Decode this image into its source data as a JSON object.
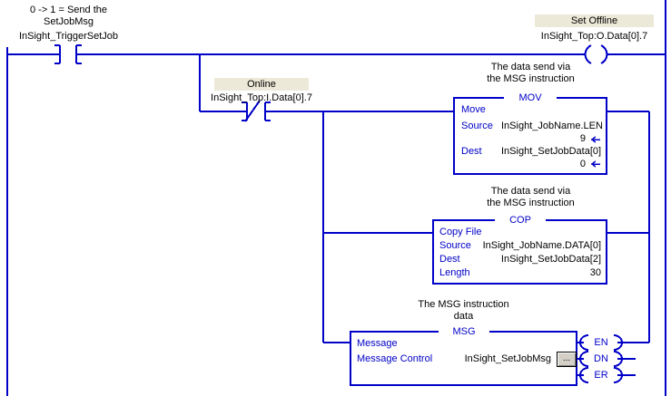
{
  "diagram": {
    "type": "ladder-logic-rung",
    "wire_color": "#0000c8",
    "text_color": "#000000",
    "label_color": "#0000c8",
    "highlight_color": "#ece9d8",
    "background": "#ffffff"
  },
  "rung": {
    "trigger_contact": {
      "comment_line1": "0 -> 1 = Send the",
      "comment_line2": "SetJobMsg",
      "tag": "InSight_TriggerSetJob",
      "symbol": "normally-open",
      "symbol_glyph": "] ["
    },
    "set_offline_coil": {
      "description": "Set Offline",
      "tag": "InSight_Top:O.Data[0].7",
      "symbol": "coil",
      "symbol_glyph": "( )",
      "highlighted": true
    },
    "online_contact": {
      "description": "Online",
      "tag": "InSight_Top:I.Data[0].7",
      "symbol": "normally-closed",
      "symbol_glyph": "]/[",
      "highlighted": true
    }
  },
  "instructions": [
    {
      "id": "mov",
      "comment_line1": "The data send via",
      "comment_line2": "the MSG instruction",
      "mnemonic": "MOV",
      "title": "Move",
      "operands": [
        {
          "label": "Source",
          "value": "InSight_JobName.LEN",
          "data": "9",
          "arrow": "←"
        },
        {
          "label": "Dest",
          "value": "InSight_SetJobData[0]",
          "data": "0",
          "arrow": "←"
        }
      ]
    },
    {
      "id": "cop",
      "comment_line1": "The data send via",
      "comment_line2": "the MSG instruction",
      "mnemonic": "COP",
      "title": "Copy File",
      "operands": [
        {
          "label": "Source",
          "value": "InSight_JobName.DATA[0]"
        },
        {
          "label": "Dest",
          "value": "InSight_SetJobData[2]"
        },
        {
          "label": "Length",
          "value": "30"
        }
      ]
    },
    {
      "id": "msg",
      "comment_line1": "The MSG instruction",
      "comment_line2": "data",
      "mnemonic": "MSG",
      "title": "Message",
      "operands": [
        {
          "label": "Message Control",
          "value": "InSight_SetJobMsg"
        }
      ],
      "browse_button_label": "...",
      "outputs": [
        {
          "label": "EN"
        },
        {
          "label": "DN"
        },
        {
          "label": "ER"
        }
      ]
    }
  ]
}
